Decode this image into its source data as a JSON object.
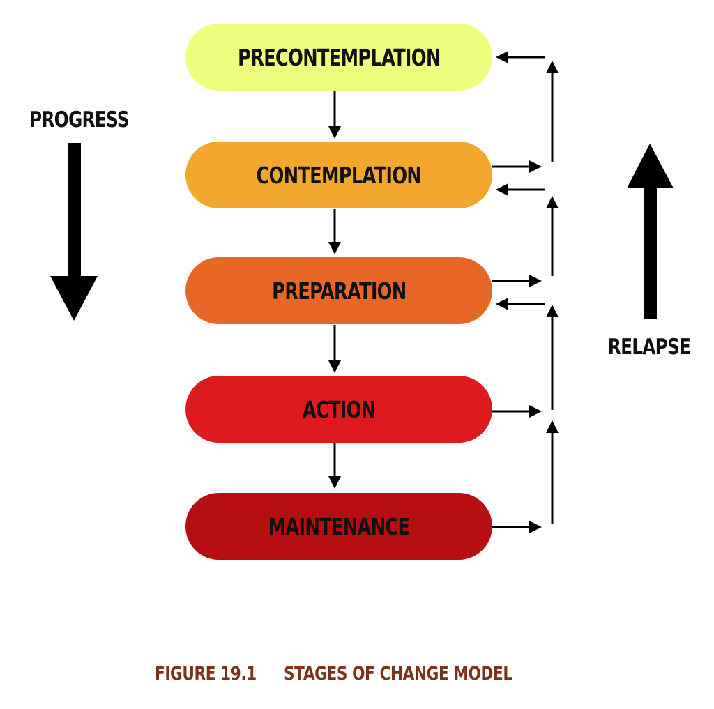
{
  "stages": [
    {
      "label": "PRECONTEMPLATION",
      "color": "#eefd7e"
    },
    {
      "label": "CONTEMPLATION",
      "color": "#f3a72e"
    },
    {
      "label": "PREPARATION",
      "color": "#e86726"
    },
    {
      "label": "ACTION",
      "color": "#dd1a1e"
    },
    {
      "label": "MAINTENANCE",
      "color": "#b60f12"
    }
  ],
  "progress_label": "PROGRESS",
  "relapse_label": "RELAPSE",
  "caption": {
    "figure_number": "FIGURE 19.1",
    "title": "STAGES OF CHANGE MODEL",
    "color": "#7a3219"
  },
  "arrow_color": "#000000"
}
